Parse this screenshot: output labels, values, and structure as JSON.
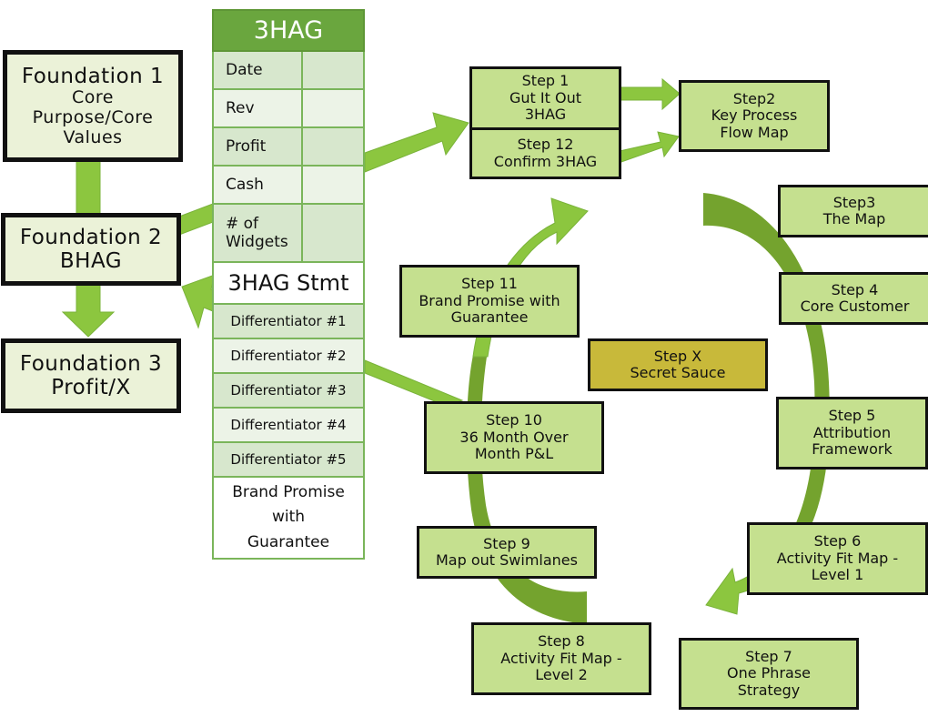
{
  "colors": {
    "arrow_light": "#8cc63f",
    "arrow_dark": "#6f9e2d",
    "step_fill": "#c5e08f",
    "foundation_fill": "#ebf2d8",
    "secret_fill": "#c8b93a",
    "table_header": "#6aa63e"
  },
  "foundations": [
    {
      "title": "Foundation 1",
      "sub": [
        "Core",
        "Purpose/Core",
        "Values"
      ]
    },
    {
      "title": "Foundation 2",
      "sub": [
        "BHAG"
      ]
    },
    {
      "title": "Foundation 3",
      "sub": [
        "Profit/X"
      ]
    }
  ],
  "table": {
    "title": "3HAG",
    "rows": [
      {
        "label": "Date",
        "value": ""
      },
      {
        "label": "Rev",
        "value": ""
      },
      {
        "label": "Profit",
        "value": ""
      },
      {
        "label": "Cash",
        "value": ""
      },
      {
        "label": [
          "# of",
          "Widgets"
        ],
        "value": ""
      }
    ],
    "statement": "3HAG Stmt",
    "differentiators": [
      "Differentiator #1",
      "Differentiator #2",
      "Differentiator #3",
      "Differentiator #4",
      "Differentiator #5"
    ],
    "brand_promise": [
      "Brand Promise",
      "with",
      "Guarantee"
    ]
  },
  "steps": {
    "s1": [
      "Step 1",
      "Gut It Out",
      "3HAG"
    ],
    "s12": [
      "Step 12",
      "Confirm 3HAG"
    ],
    "s2": [
      "Step2",
      "Key Process",
      "Flow Map"
    ],
    "s3": [
      "Step3",
      "The Map"
    ],
    "s4": [
      "Step 4",
      "Core Customer"
    ],
    "s5": [
      "Step 5",
      "Attribution",
      "Framework"
    ],
    "s6": [
      "Step 6",
      "Activity Fit Map -",
      "Level 1"
    ],
    "s7": [
      "Step 7",
      "One Phrase",
      "Strategy"
    ],
    "s8": [
      "Step 8",
      "Activity Fit Map -",
      "Level 2"
    ],
    "s9": [
      "Step 9",
      "Map out Swimlanes"
    ],
    "s10": [
      "Step 10",
      "36 Month Over",
      "Month P&L"
    ],
    "s11": [
      "Step 11",
      "Brand Promise with",
      "Guarantee"
    ],
    "sx": [
      "Step X",
      "Secret Sauce"
    ]
  }
}
